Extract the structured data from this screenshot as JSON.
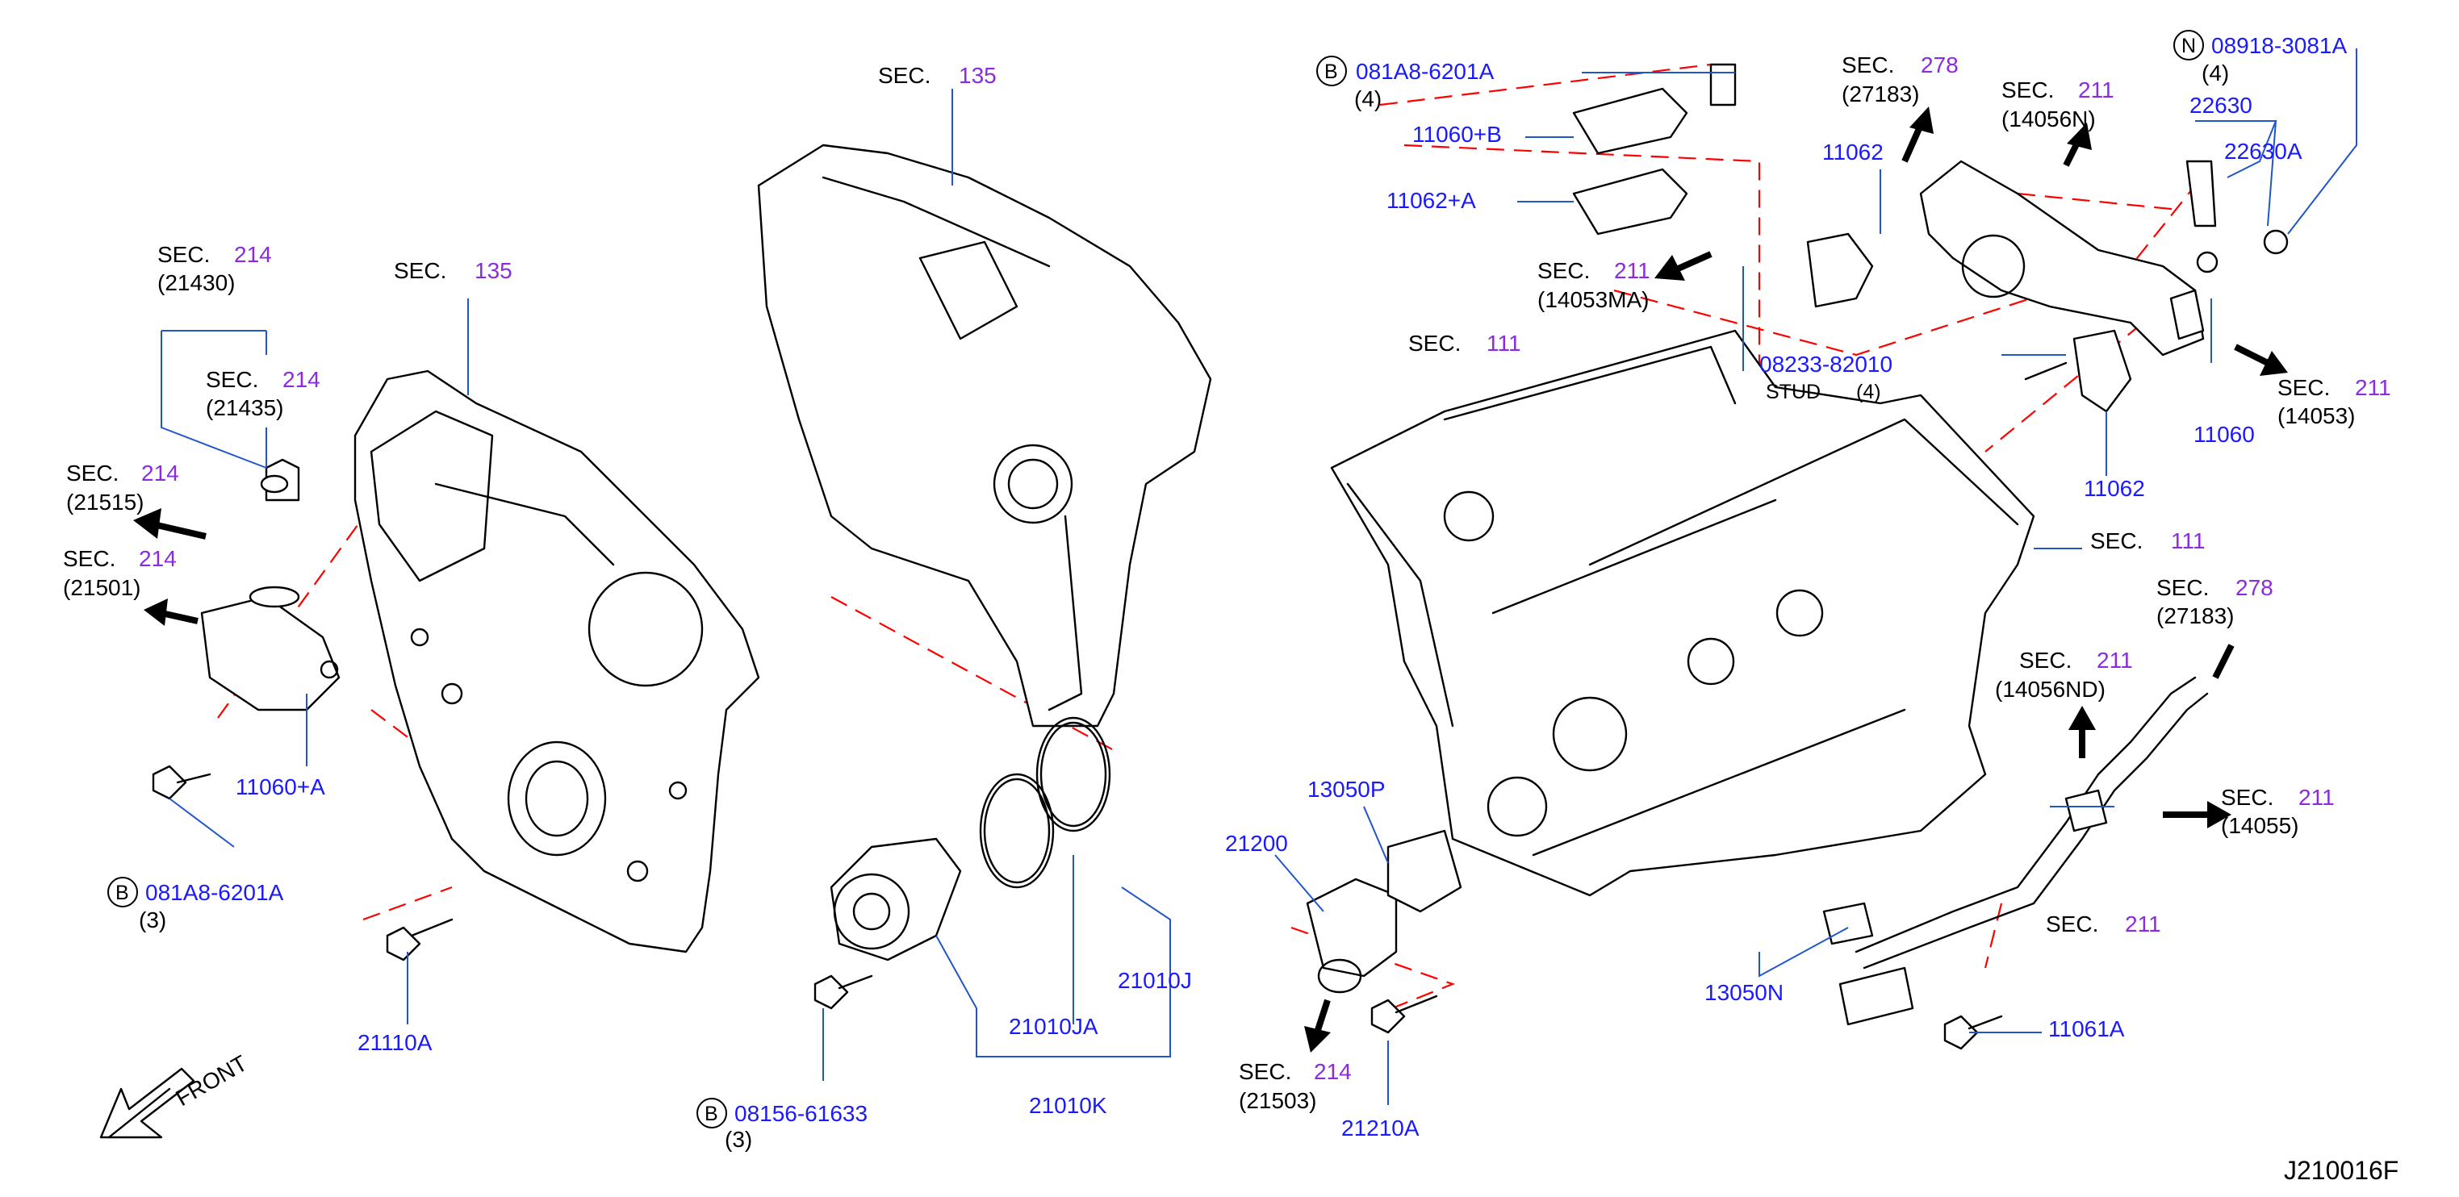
{
  "diagram": {
    "id_code": "J210016F",
    "front_label": "FRONT",
    "sec_label": "SEC.",
    "colors": {
      "section_number": "#8a2be2",
      "part_number": "#1a1aff",
      "leader": "#1f56c9",
      "dash": "#ff0000"
    },
    "refs": {
      "sec214_21430": {
        "num": "214",
        "sub": "(21430)"
      },
      "sec214_21435": {
        "num": "214",
        "sub": "(21435)"
      },
      "sec214_21515": {
        "num": "214",
        "sub": "(21515)"
      },
      "sec214_21501": {
        "num": "214",
        "sub": "(21501)"
      },
      "sec135_left": {
        "num": "135"
      },
      "sec135_top": {
        "num": "135"
      },
      "sec111_top": {
        "num": "111"
      },
      "sec111_right": {
        "num": "111"
      },
      "sec211_14053MA": {
        "num": "211",
        "sub": "(14053MA)"
      },
      "sec278_27183": {
        "num": "278",
        "sub": "(27183)"
      },
      "sec211_14056N": {
        "num": "211",
        "sub": "(14056N)"
      },
      "sec211_14053": {
        "num": "211",
        "sub": "(14053)"
      },
      "sec278_lower": {
        "num": "278",
        "sub": "(27183)"
      },
      "sec211_14056ND": {
        "num": "211",
        "sub": "(14056ND)"
      },
      "sec211_14055": {
        "num": "211",
        "sub": "(14055)"
      },
      "sec211_bottom": {
        "num": "211"
      },
      "sec214_21503": {
        "num": "214",
        "sub": "(21503)"
      }
    },
    "parts": {
      "p_081A8_top": {
        "marker": "B",
        "num": "081A8-6201A",
        "qty": "(4)"
      },
      "p_11060B": {
        "num": "11060+B"
      },
      "p_11062A": {
        "num": "11062+A"
      },
      "p_11062_top": {
        "num": "11062"
      },
      "p_08918": {
        "marker": "N",
        "num": "08918-3081A",
        "qty": "(4)"
      },
      "p_22630": {
        "num": "22630"
      },
      "p_22630A": {
        "num": "22630A"
      },
      "p_08233": {
        "num": "08233-82010",
        "stud": "STUD",
        "qty": "(4)"
      },
      "p_11060": {
        "num": "11060"
      },
      "p_11062_bot": {
        "num": "11062"
      },
      "p_11060A": {
        "num": "11060+A"
      },
      "p_081A8_left": {
        "marker": "B",
        "num": "081A8-6201A",
        "qty": "(3)"
      },
      "p_21110A": {
        "num": "21110A"
      },
      "p_08156": {
        "marker": "B",
        "num": "08156-61633",
        "qty": "(3)"
      },
      "p_21010JA": {
        "num": "21010JA"
      },
      "p_21010J": {
        "num": "21010J"
      },
      "p_21010K": {
        "num": "21010K"
      },
      "p_21200": {
        "num": "21200"
      },
      "p_13050P": {
        "num": "13050P"
      },
      "p_21210A": {
        "num": "21210A"
      },
      "p_13050N": {
        "num": "13050N"
      },
      "p_11061A": {
        "num": "11061A"
      }
    }
  }
}
